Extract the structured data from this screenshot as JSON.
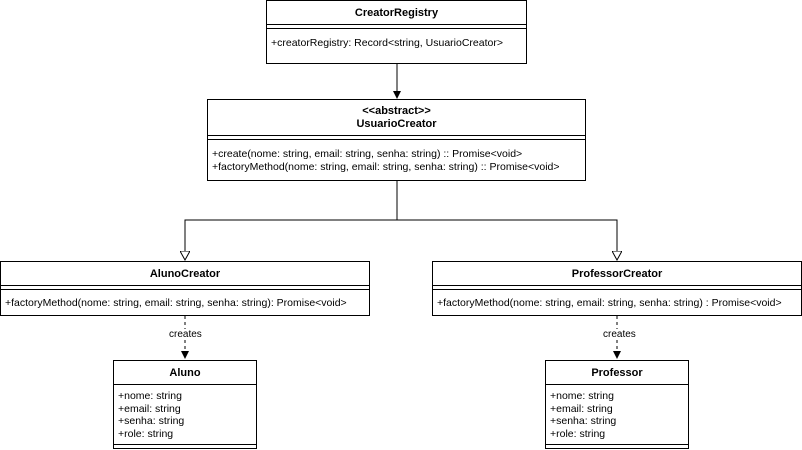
{
  "classes": {
    "creator_registry": {
      "name": "CreatorRegistry",
      "members": [
        "+creatorRegistry: Record<string, UsuarioCreator>"
      ]
    },
    "usuario_creator": {
      "stereotype": "<<abstract>>",
      "name": "UsuarioCreator",
      "members": [
        "+create(nome: string, email: string, senha: string) :: Promise<void>",
        "+factoryMethod(nome: string, email: string, senha: string) :: Promise<void>"
      ]
    },
    "aluno_creator": {
      "name": "AlunoCreator",
      "members": [
        "+factoryMethod(nome: string, email: string, senha: string): Promise<void>"
      ]
    },
    "professor_creator": {
      "name": "ProfessorCreator",
      "members": [
        "+factoryMethod(nome: string, email: string, senha: string) : Promise<void>"
      ]
    },
    "aluno": {
      "name": "Aluno",
      "members": [
        "+nome: string",
        "+email: string",
        "+senha: string",
        "+role: string"
      ]
    },
    "professor": {
      "name": "Professor",
      "members": [
        "+nome: string",
        "+email: string",
        "+senha: string",
        "+role: string"
      ]
    }
  },
  "edges": {
    "aluno_creates": "creates",
    "professor_creates": "creates"
  },
  "colors": {
    "line": "#000000",
    "background": "#ffffff"
  }
}
